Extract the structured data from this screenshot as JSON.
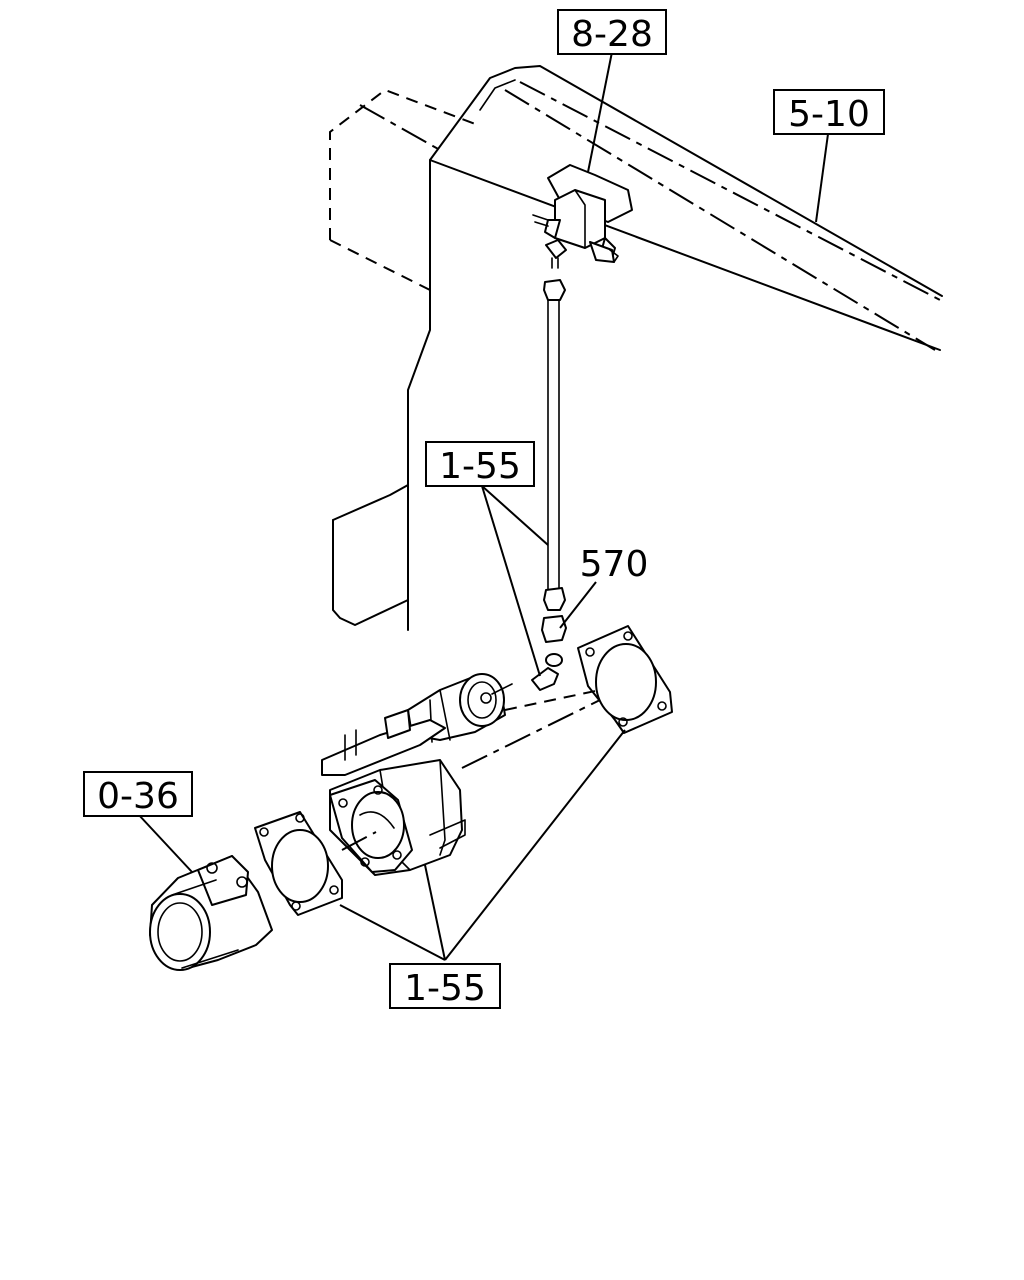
{
  "callouts": {
    "ref_8_28": "8-28",
    "ref_5_10": "5-10",
    "ref_1_55_upper": "1-55",
    "part_570": "570",
    "ref_0_36": "0-36",
    "ref_1_55_lower": "1-55"
  }
}
